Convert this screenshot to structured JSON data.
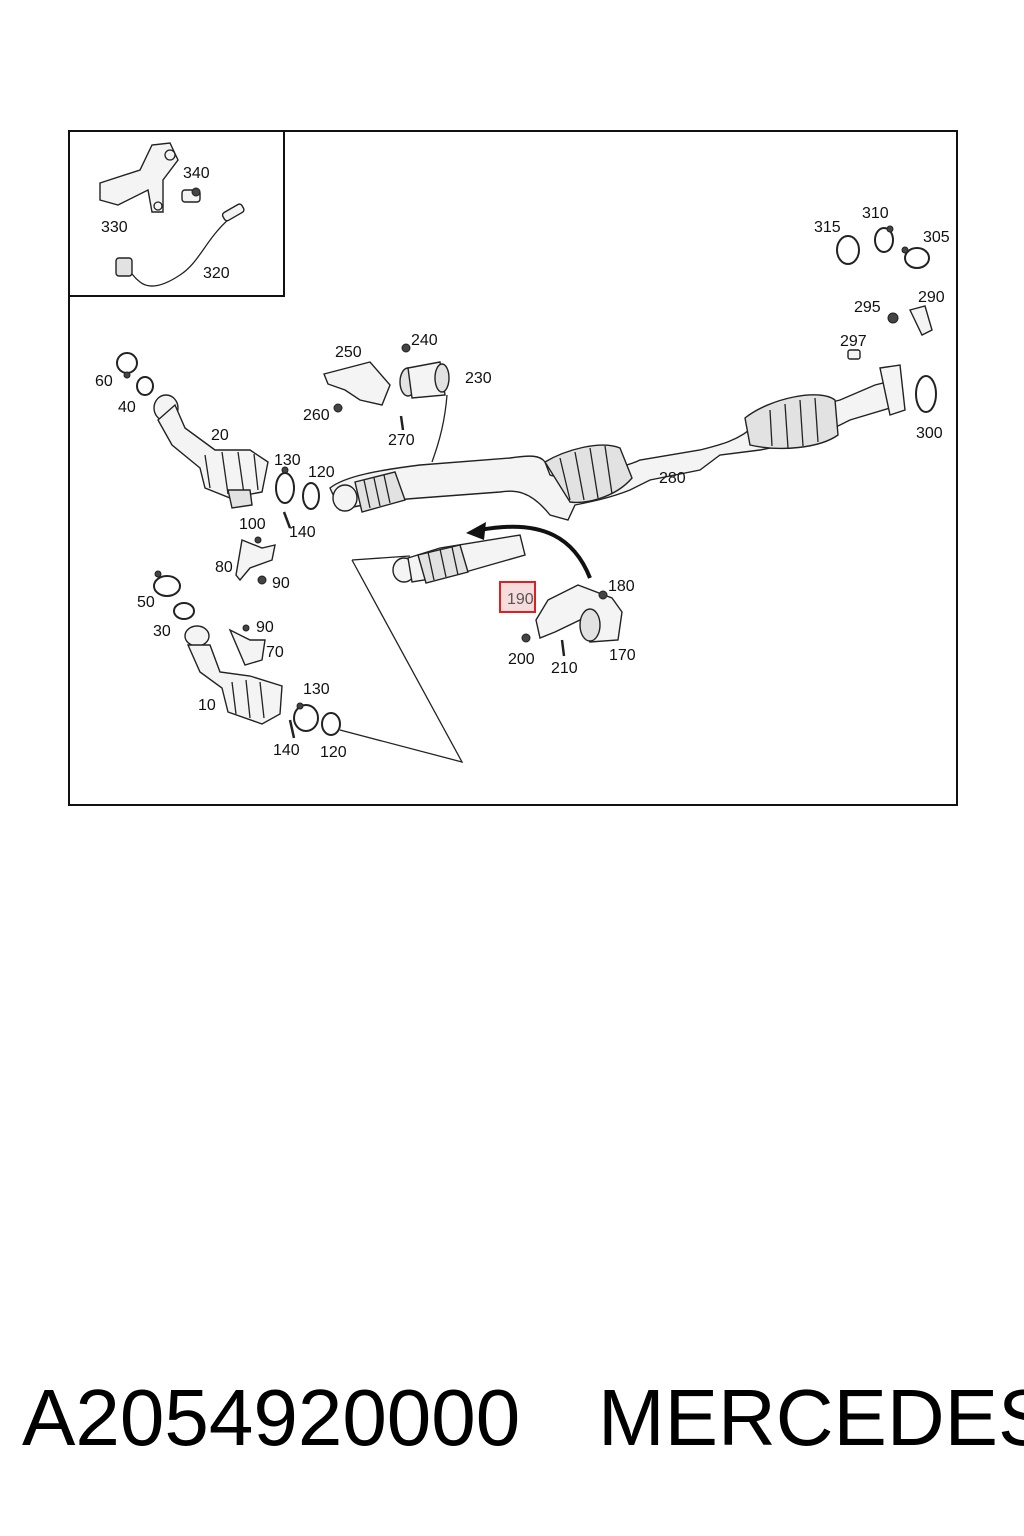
{
  "diagram": {
    "callouts": {
      "c10": "10",
      "c20": "20",
      "c30": "30",
      "c40": "40",
      "c50": "50",
      "c60": "60",
      "c70": "70",
      "c80": "80",
      "c90a": "90",
      "c90b": "90",
      "c100": "100",
      "c120a": "120",
      "c120b": "120",
      "c130a": "130",
      "c130b": "130",
      "c140a": "140",
      "c140b": "140",
      "c170": "170",
      "c180": "180",
      "c190": "190",
      "c200": "200",
      "c210": "210",
      "c230": "230",
      "c240": "240",
      "c250": "250",
      "c260": "260",
      "c270": "270",
      "c280": "280",
      "c290": "290",
      "c295": "295",
      "c297": "297",
      "c300": "300",
      "c305": "305",
      "c310": "310",
      "c315": "315",
      "c320": "320",
      "c330": "330",
      "c340": "340"
    },
    "highlighted_callout": "190",
    "highlight_color": "#e02020",
    "highlight_fill": "#f6dcdc"
  },
  "footer": {
    "part_number": "A2054920000",
    "brand": "MERCEDES"
  }
}
